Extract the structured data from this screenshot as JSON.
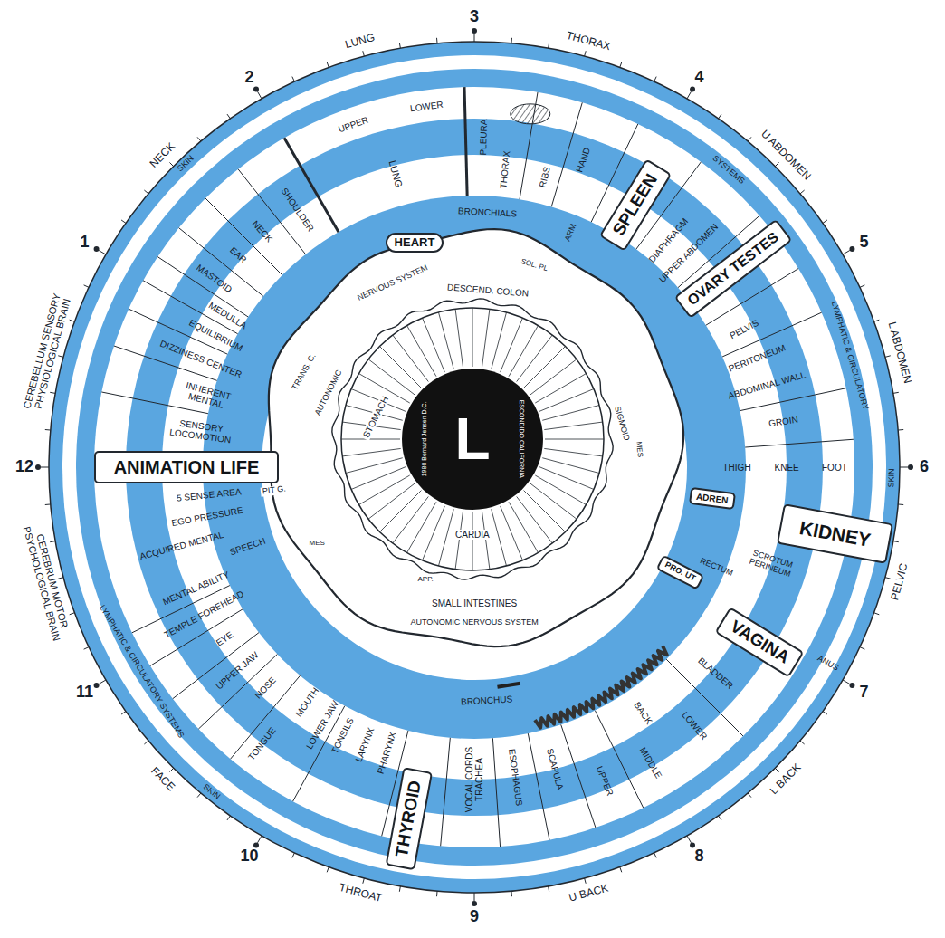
{
  "diagram": {
    "nodes": [
      {
        "text": [
          "ANIMATION LIFE"
        ]
      },
      {
        "text": [
          "HEART"
        ]
      },
      {
        "text": [
          "SPLEEN"
        ]
      },
      {
        "text": [
          "OVARY TESTES"
        ]
      },
      {
        "text": [
          "ADREN"
        ]
      },
      {
        "text": [
          "KIDNEY"
        ]
      },
      {
        "text": [
          "PRO. UT"
        ]
      },
      {
        "text": [
          "VAGINA"
        ]
      },
      {
        "text": [
          "THYROID"
        ]
      }
    ],
    "labels": [
      "NECK",
      "LUNG",
      "THORAX",
      "U ABDOMEN",
      "L ABDOMEN",
      "PELVIC",
      "L BACK",
      "U BACK",
      "THROAT",
      "FACE",
      "CEREBRUM MOTOR PSYCHOLOGICAL BRAIN",
      "CEREBELLUM SENSORY PHYSIOLOGICAL BRAIN",
      "1",
      "2",
      "3",
      "4",
      "5",
      "6",
      "7",
      "8",
      "9",
      "10",
      "11",
      "12",
      "SKIN",
      "SYSTEMS",
      "LYMPHATIC & CIRCULATORY",
      "SKIN",
      "SKIN",
      "LYMPHATIC & CIRCULATORY SYSTEMS",
      "SENSORY LOCOMOTION",
      "INHERENT MENTAL",
      "DIZZINESS CENTER",
      "EQUILIBRIUM",
      "MEDULLA",
      "MASTOID",
      "EAR",
      "NECK",
      "SHOULDER",
      "UPPER",
      "LOWER",
      "LUNG",
      "PLEURA",
      "THORAX",
      "RIBS",
      "HAND",
      "ARM",
      "BRONCHIALS",
      "DIAPHRAGM",
      "UPPER ABDOMEN",
      "PELVIS",
      "PERITONEUM",
      "ABDOMINAL WALL",
      "GROIN",
      "THIGH",
      "KNEE",
      "FOOT",
      "SCROTUM PERINEUM",
      "RECTUM",
      "ANUS",
      "BLADDER",
      "LOWER",
      "BACK",
      "MIDDLE",
      "UPPER",
      "SCAPULA",
      "ESOPHAGUS",
      "VOCAL CORDS TRACHEA",
      "BRONCHUS",
      "PHARYNX",
      "LARYNX",
      "TONSILS",
      "LOWER JAW",
      "MOUTH",
      "TONGUE",
      "NOSE",
      "UPPER JAW",
      "EYE",
      "TEMPLE FOREHEAD",
      "MENTAL ABILITY",
      "SPEECH",
      "ACQUIRED MENTAL",
      "EGO PRESSURE",
      "5 SENSE AREA",
      "PIT G.",
      "AUTONOMIC",
      "TRANS. C.",
      "NERVOUS SYSTEM",
      "DESCEND. COLON",
      "SOL. PL",
      "SIGMOID",
      "MES",
      "SMALL INTESTINES",
      "AUTONOMIC NERVOUS SYSTEM",
      "APP.",
      "MES",
      "STOMACH",
      "CARDIA",
      "1980 Bernard Jensen D.C.",
      "ESCONDIDO CALIFORNIA",
      "L"
    ]
  }
}
